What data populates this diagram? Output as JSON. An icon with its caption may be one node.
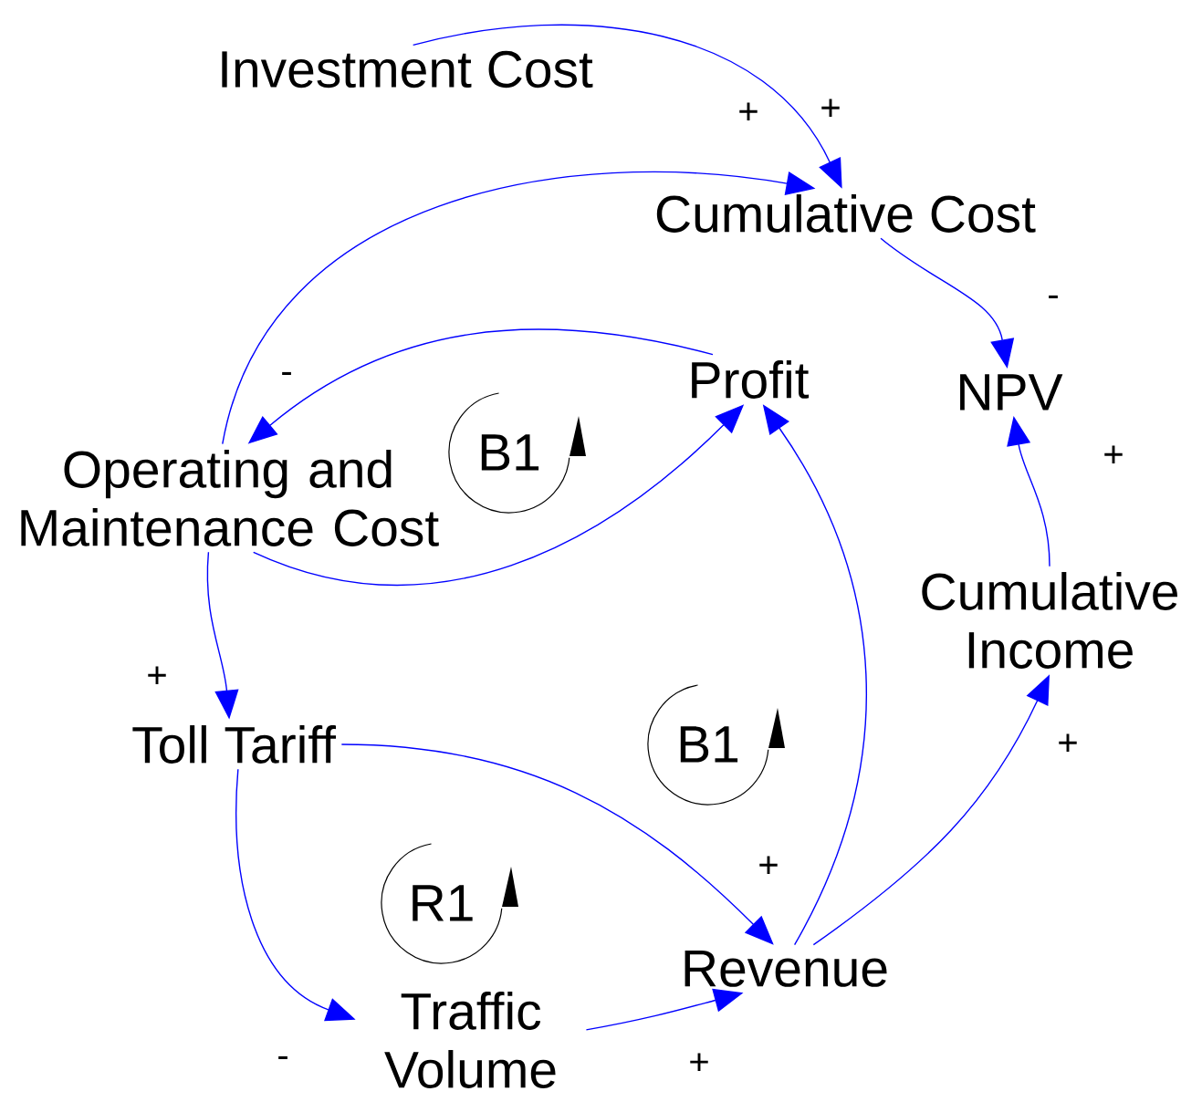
{
  "diagram": {
    "nodes": [
      {
        "text": [
          "Investment Cost"
        ]
      },
      {
        "text": [
          "Cumulative Cost"
        ]
      },
      {
        "text": [
          "NPV"
        ]
      },
      {
        "text": [
          "Profit"
        ]
      },
      {
        "text": [
          "Operating and Maintenance Cost"
        ]
      },
      {
        "text": [
          "Cumulative Income"
        ]
      },
      {
        "text": [
          "Toll Tariff"
        ]
      },
      {
        "text": [
          "Revenue"
        ]
      },
      {
        "text": [
          "Traffic Volume"
        ]
      },
      {
        "text": [
          "B1"
        ]
      },
      {
        "text": [
          "B1"
        ]
      },
      {
        "text": [
          "R1"
        ]
      }
    ],
    "edges": [
      {
        "from": 0,
        "to": 1,
        "arrow": "to",
        "label": "+"
      },
      {
        "from": 4,
        "to": 1,
        "arrow": "to",
        "label": "+"
      },
      {
        "from": 1,
        "to": 2,
        "arrow": "to",
        "label": "-"
      },
      {
        "from": 3,
        "to": 4,
        "arrow": "to",
        "label": "-"
      },
      {
        "from": 4,
        "to": 3,
        "arrow": "to"
      },
      {
        "from": 5,
        "to": 2,
        "arrow": "to",
        "label": "+"
      },
      {
        "from": 4,
        "to": 6,
        "arrow": "to",
        "label": "+"
      },
      {
        "from": 6,
        "to": 7,
        "arrow": "to",
        "label": "+"
      },
      {
        "from": 7,
        "to": 3,
        "arrow": "to"
      },
      {
        "from": 7,
        "to": 5,
        "arrow": "to",
        "label": "+"
      },
      {
        "from": 6,
        "to": 8,
        "arrow": "to",
        "label": "-"
      },
      {
        "from": 8,
        "to": 7,
        "arrow": "to",
        "label": "+"
      }
    ]
  }
}
